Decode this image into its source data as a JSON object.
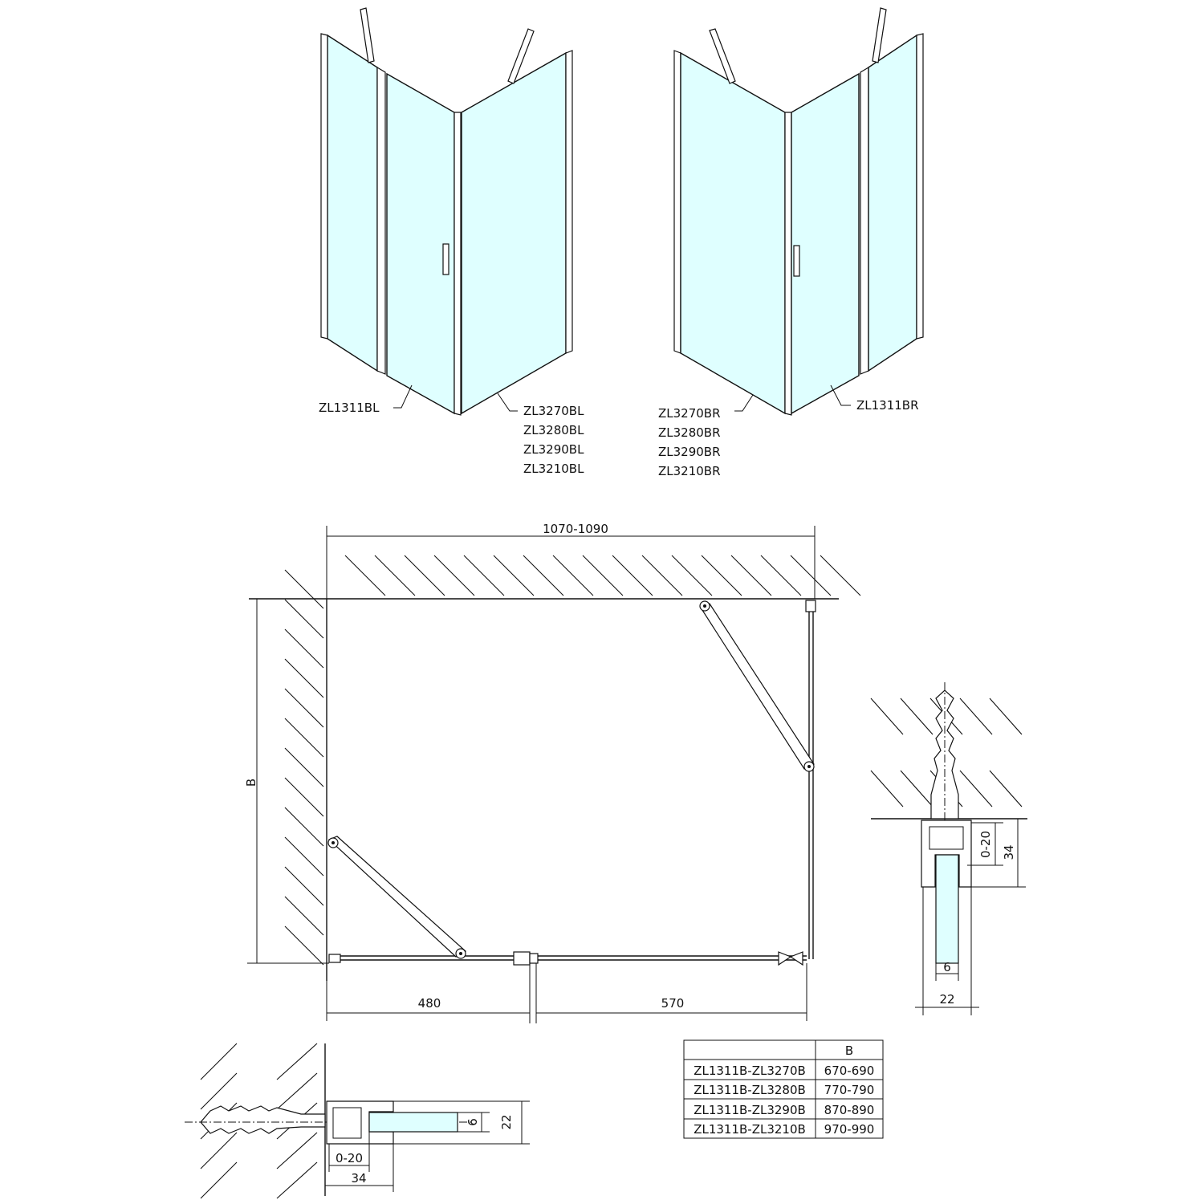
{
  "isometric_left": {
    "door_label": "ZL1311BL",
    "panel_labels": [
      "ZL3270BL",
      "ZL3280BL",
      "ZL3290BL",
      "ZL3210BL"
    ]
  },
  "isometric_right": {
    "door_label": "ZL1311BR",
    "panel_labels": [
      "ZL3270BR",
      "ZL3280BR",
      "ZL3290BR",
      "ZL3210BR"
    ]
  },
  "plan": {
    "width_dim": "1070-1090",
    "depth_dim": "B",
    "fixed_dim": "480",
    "door_dim": "570"
  },
  "detail_right": {
    "adjust": "0-20",
    "profile": "34",
    "glass": "6",
    "width": "22"
  },
  "detail_bottom": {
    "adjust": "0-20",
    "profile": "34",
    "glass": "6",
    "width": "22"
  },
  "table": {
    "header": [
      "",
      "B"
    ],
    "rows": [
      [
        "ZL1311B-ZL3270B",
        "670-690"
      ],
      [
        "ZL1311B-ZL3280B",
        "770-790"
      ],
      [
        "ZL1311B-ZL3290B",
        "870-890"
      ],
      [
        "ZL1311B-ZL3210B",
        "970-990"
      ]
    ]
  },
  "colors": {
    "glass": "#dfffff",
    "line": "#111111"
  }
}
